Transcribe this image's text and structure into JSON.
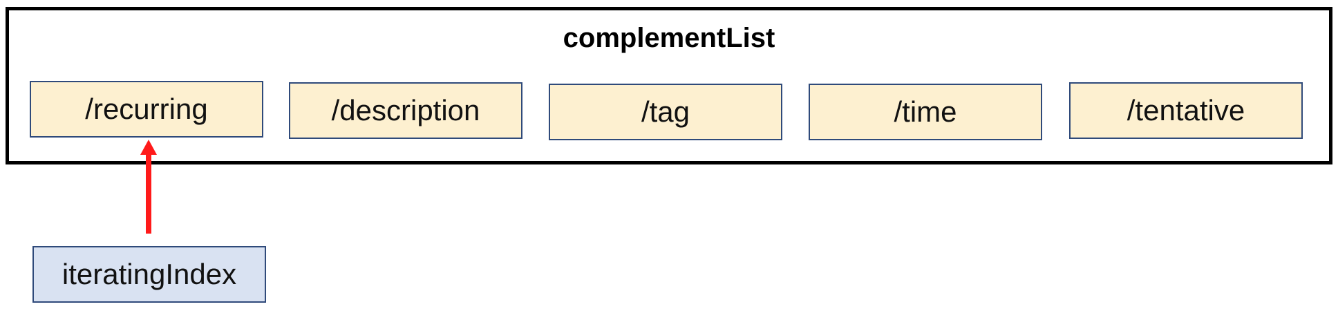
{
  "diagram": {
    "list_title": "complementList",
    "items": [
      {
        "label": "/recurring"
      },
      {
        "label": "/description"
      },
      {
        "label": "/tag"
      },
      {
        "label": "/time"
      },
      {
        "label": "/tentative"
      }
    ],
    "pointer": {
      "label": "iteratingIndex",
      "points_to_item": 0
    }
  },
  "colors": {
    "item_fill": "#FDF0D0",
    "item_border": "#2F4A7A",
    "pointer_fill": "#D9E2F2",
    "pointer_border": "#2F4A7A",
    "arrow": "#FF1A1A",
    "outline": "#000000"
  }
}
